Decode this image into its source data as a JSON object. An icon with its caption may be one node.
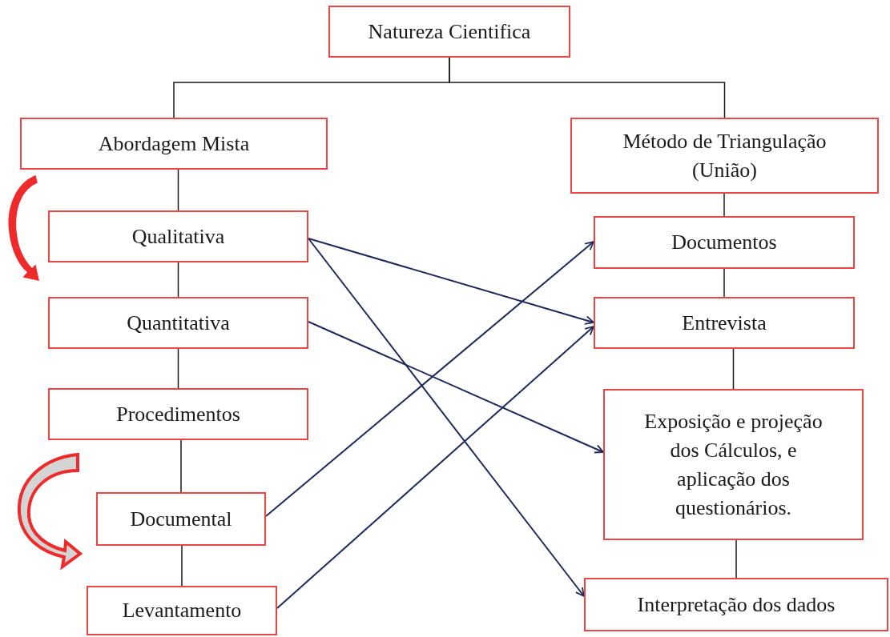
{
  "diagram": {
    "nodes": [
      {
        "text": [
          "Natureza Cientifica"
        ]
      },
      {
        "text": [
          "Abordagem Mista"
        ]
      },
      {
        "text": [
          "Método de Triangulação (União)"
        ]
      },
      {
        "text": [
          "Qualitativa"
        ]
      },
      {
        "text": [
          "Quantitativa"
        ]
      },
      {
        "text": [
          "Procedimentos"
        ]
      },
      {
        "text": [
          "Documental"
        ]
      },
      {
        "text": [
          "Levantamento"
        ]
      },
      {
        "text": [
          "Documentos"
        ]
      },
      {
        "text": [
          "Entrevista"
        ]
      },
      {
        "text": [
          "Exposição e projeção dos Cálculos, e aplicação dos questionários."
        ]
      },
      {
        "text": [
          "Interpretação dos dados"
        ]
      }
    ],
    "edges": [
      {
        "from": 0,
        "to": 1,
        "arrow": "none"
      },
      {
        "from": 0,
        "to": 2,
        "arrow": "none"
      },
      {
        "from": 1,
        "to": 3,
        "arrow": "none"
      },
      {
        "from": 3,
        "to": 4,
        "arrow": "none"
      },
      {
        "from": 4,
        "to": 5,
        "arrow": "none"
      },
      {
        "from": 5,
        "to": 6,
        "arrow": "none"
      },
      {
        "from": 6,
        "to": 7,
        "arrow": "none"
      },
      {
        "from": 2,
        "to": 8,
        "arrow": "none"
      },
      {
        "from": 8,
        "to": 9,
        "arrow": "none"
      },
      {
        "from": 9,
        "to": 10,
        "arrow": "none"
      },
      {
        "from": 10,
        "to": 11,
        "arrow": "none"
      },
      {
        "from": 3,
        "to": 9,
        "arrow": "to",
        "color": "#1f2a5c"
      },
      {
        "from": 3,
        "to": 11,
        "arrow": "to",
        "color": "#1f2a5c"
      },
      {
        "from": 4,
        "to": 10,
        "arrow": "to",
        "color": "#1f2a5c"
      },
      {
        "from": 6,
        "to": 8,
        "arrow": "to",
        "color": "#1f2a5c"
      },
      {
        "from": 7,
        "to": 9,
        "arrow": "to",
        "color": "#1f2a5c"
      }
    ]
  }
}
